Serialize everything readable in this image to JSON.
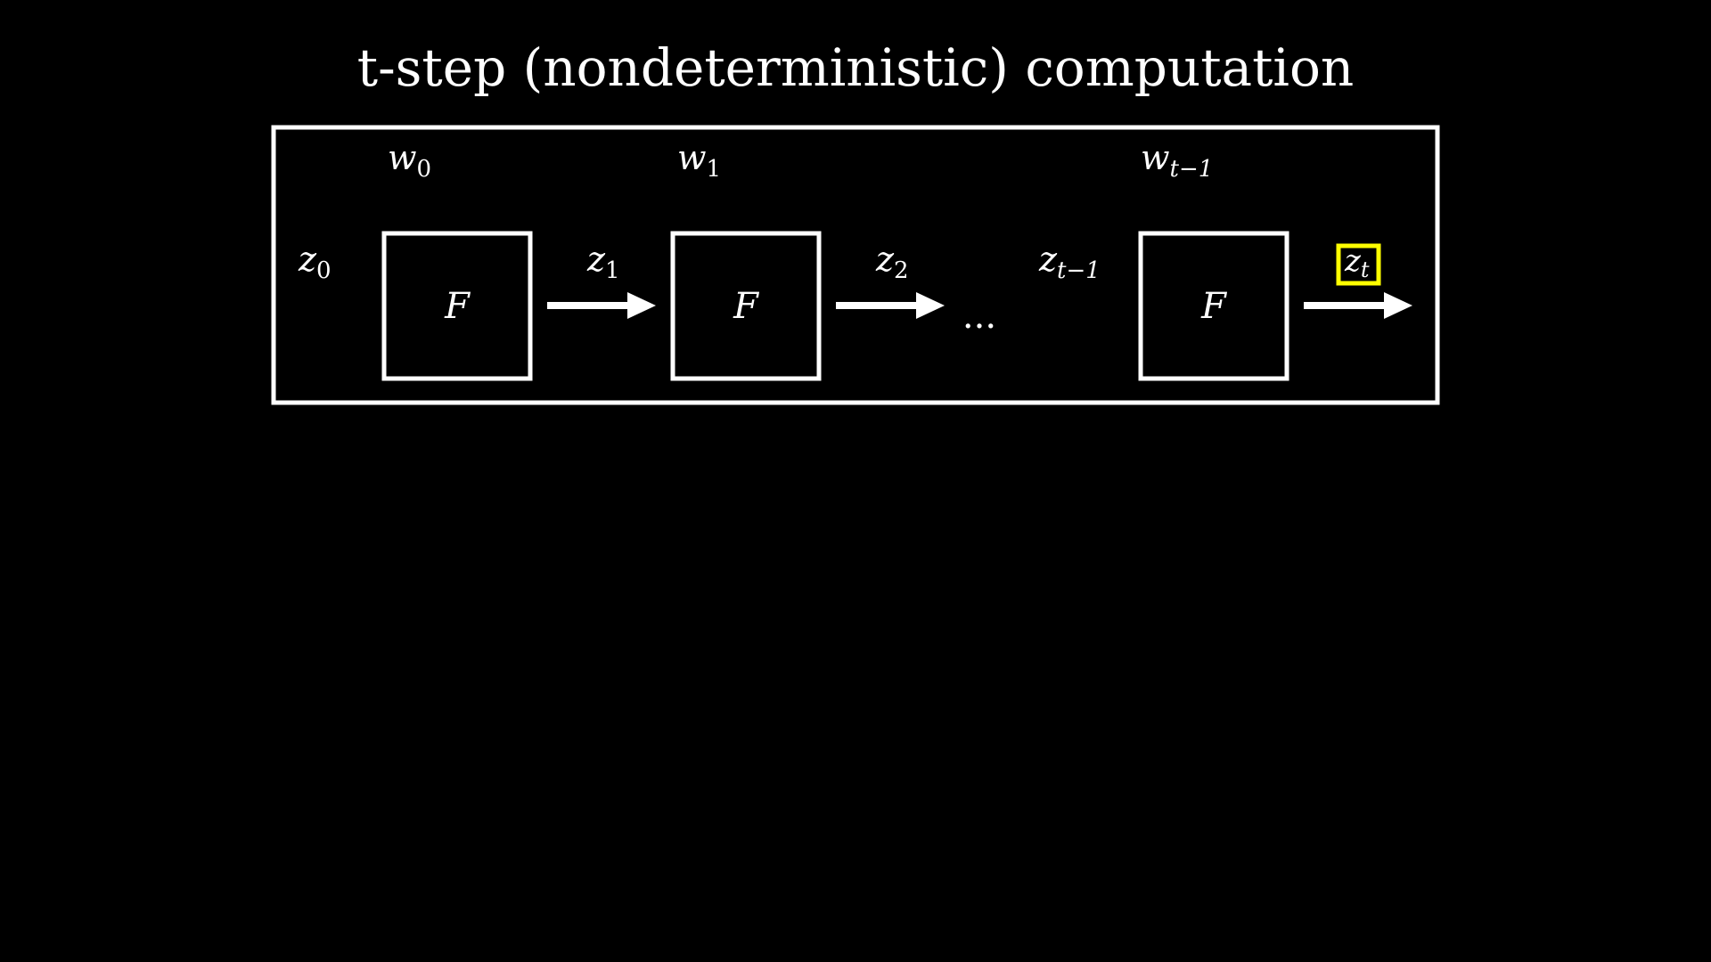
{
  "slide": {
    "title": "t-step (nondeterministic) computation"
  },
  "diagram": {
    "colors": {
      "background": "#000000",
      "stroke": "#ffffff",
      "highlight": "#ffff00"
    },
    "function_label": "F",
    "ellipsis": "...",
    "inputs": [
      {
        "base": "w",
        "sub": "0"
      },
      {
        "base": "w",
        "sub": "1"
      },
      {
        "base": "w",
        "sub": "t−1"
      }
    ],
    "states": [
      {
        "base": "z",
        "sub": "0"
      },
      {
        "base": "z",
        "sub": "1"
      },
      {
        "base": "z",
        "sub": "2"
      },
      {
        "base": "z",
        "sub": "t−1"
      },
      {
        "base": "z",
        "sub": "t",
        "highlighted": true
      }
    ]
  }
}
